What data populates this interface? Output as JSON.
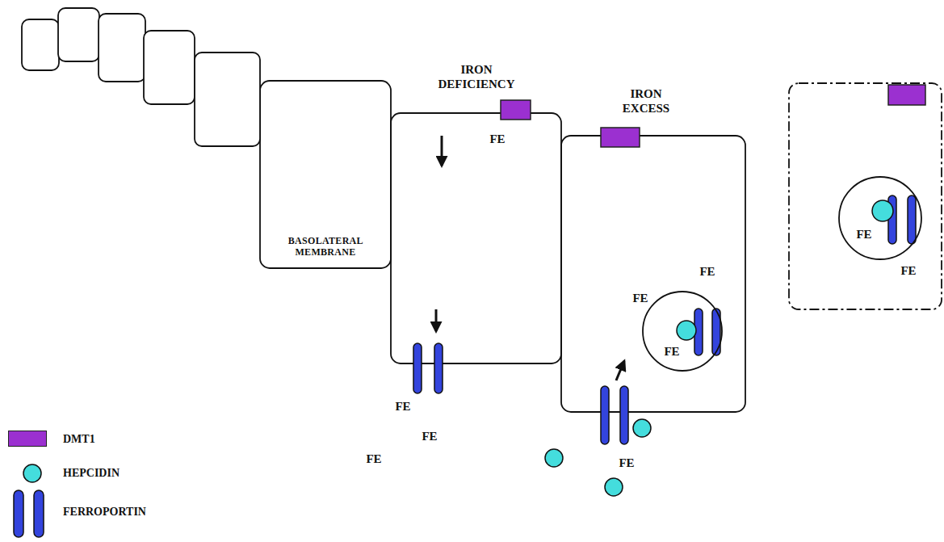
{
  "diagram": {
    "nodes": [
      {
        "text": [
          "BASOLATERAL MEMBRANE"
        ]
      },
      {
        "text": [
          "IRON DEFICIENCY",
          "FE"
        ]
      },
      {
        "text": [
          "IRON EXCESS",
          "FE",
          "FE"
        ]
      },
      {
        "text": [
          "FE"
        ],
        "in": 2
      },
      {
        "text": [
          "FE"
        ]
      },
      {
        "text": [
          "FE"
        ],
        "in": 4
      }
    ],
    "labels": [
      "FE",
      "FE",
      "FE",
      "FE"
    ],
    "legend": [
      {
        "text": "DMT1",
        "color": "#9b30d0"
      },
      {
        "text": "HEPCIDIN"
      },
      {
        "text": "FERROPORTIN"
      }
    ]
  }
}
